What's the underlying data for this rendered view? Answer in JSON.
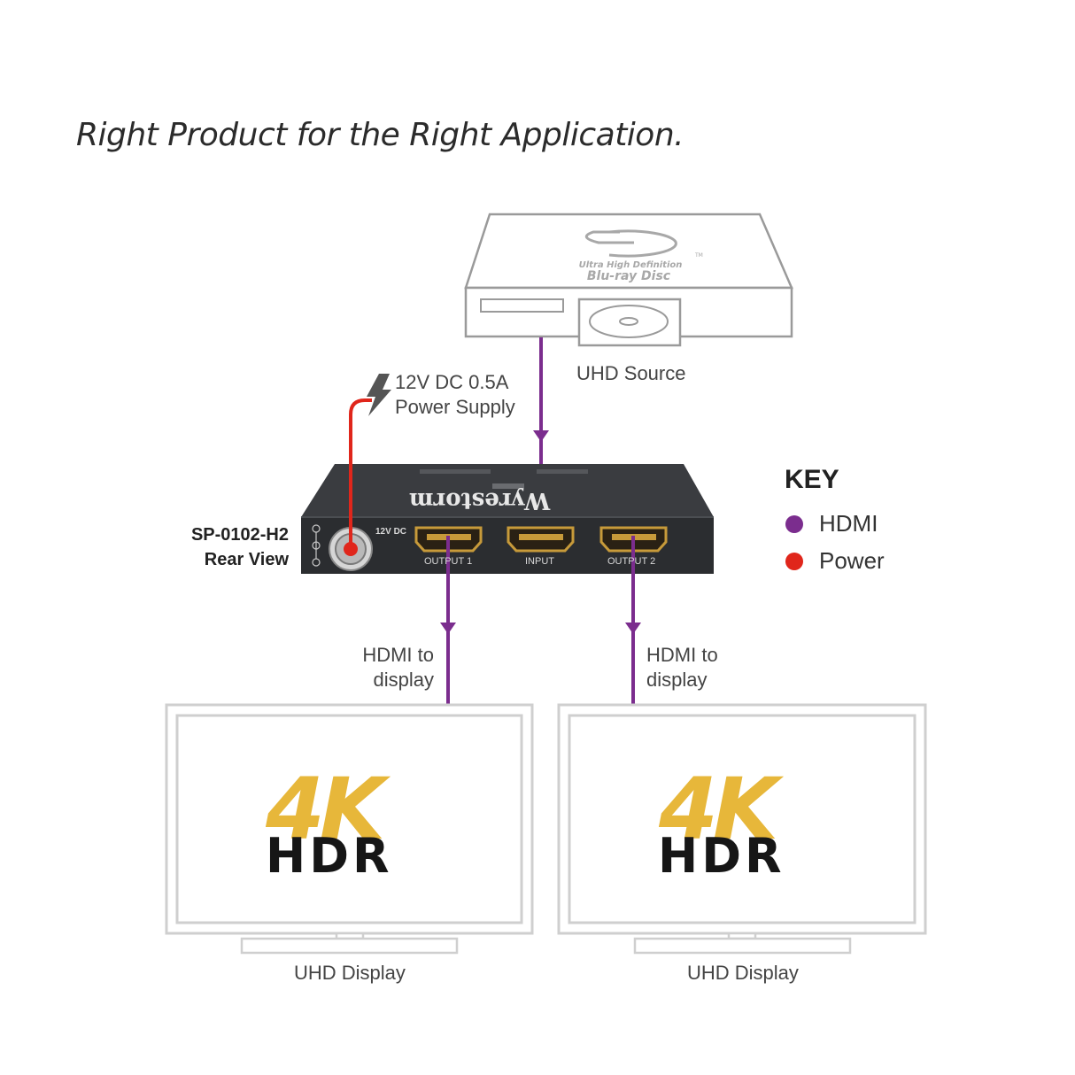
{
  "heading": "Right Product for the Right Application.",
  "source": {
    "label": "UHD Source",
    "logo_line1": "Ultra High Definition",
    "logo_line2": "Blu-ray Disc",
    "logo_tm": "TM"
  },
  "power": {
    "line1": "12V DC 0.5A",
    "line2": "Power Supply",
    "icon": "lightning-bolt-icon"
  },
  "device": {
    "model": "SP-0102-H2",
    "view": "Rear View",
    "brand": "Wyrestorm",
    "dc_label": "12V DC",
    "ports": [
      "OUTPUT 1",
      "INPUT",
      "OUTPUT 2"
    ]
  },
  "key": {
    "title": "KEY",
    "items": [
      {
        "label": "HDMI",
        "color": "#7b2d8e"
      },
      {
        "label": "Power",
        "color": "#e0261b"
      }
    ]
  },
  "outputs": [
    {
      "cable_line1": "HDMI to",
      "cable_line2": "display",
      "badge_top": "4K",
      "badge_bottom": "HDR",
      "label": "UHD Display"
    },
    {
      "cable_line1": "HDMI to",
      "cable_line2": "display",
      "badge_top": "4K",
      "badge_bottom": "HDR",
      "label": "UHD Display"
    }
  ],
  "colors": {
    "hdmi": "#7b2d8e",
    "power": "#e0261b",
    "device": "#2b2d30",
    "outline": "#8c8c8c"
  }
}
